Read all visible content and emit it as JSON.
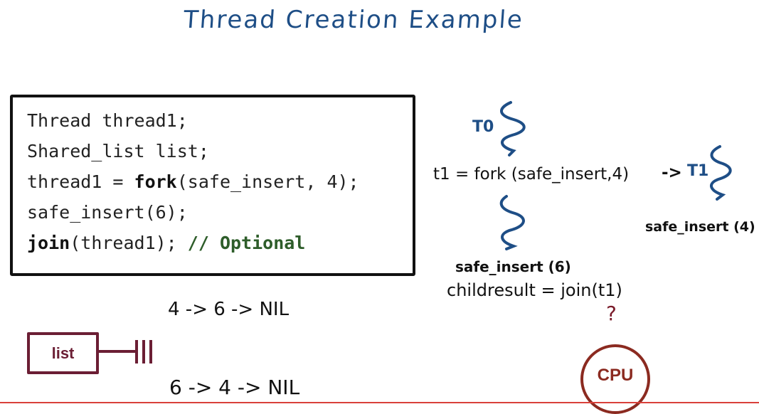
{
  "title": "Thread Creation Example",
  "code": {
    "line1": "Thread thread1;",
    "line2": "Shared_list list;",
    "line3_prefix": "thread1 = ",
    "line3_keyword": "fork",
    "line3_suffix": "(safe_insert, 4);",
    "line4": "safe_insert(6);",
    "line5_keyword": "join",
    "line5_middle": "(thread1); ",
    "line5_comment": "// Optional"
  },
  "list_box_label": "list",
  "list_orders": {
    "order_a": "4 -> 6 -> NIL",
    "order_b": "6 -> 4 -> NIL"
  },
  "thread_diagram": {
    "t0_label": "T0",
    "fork_call": "t1 = fork (safe_insert,4)",
    "arrow": "->",
    "t1_label": "T1",
    "t0_insert": "safe_insert (6)",
    "t1_insert": "safe_insert (4)",
    "join_call": "childresult = join(t1)",
    "question_mark": "?"
  },
  "cpu_label": "CPU",
  "colors": {
    "title_blue": "#1e4e86",
    "list_maroon": "#6b1e34",
    "cpu_red": "#8b2a20",
    "comment_green": "#2e5d2a"
  }
}
